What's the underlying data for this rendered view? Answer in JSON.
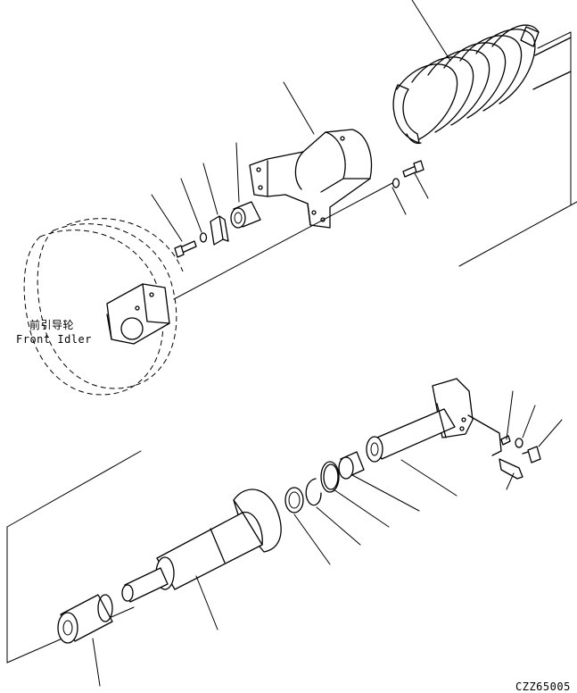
{
  "labels": {
    "part_cn": "前引导轮",
    "part_en": "Front Idler",
    "drawing_code": "CZZ65005"
  }
}
